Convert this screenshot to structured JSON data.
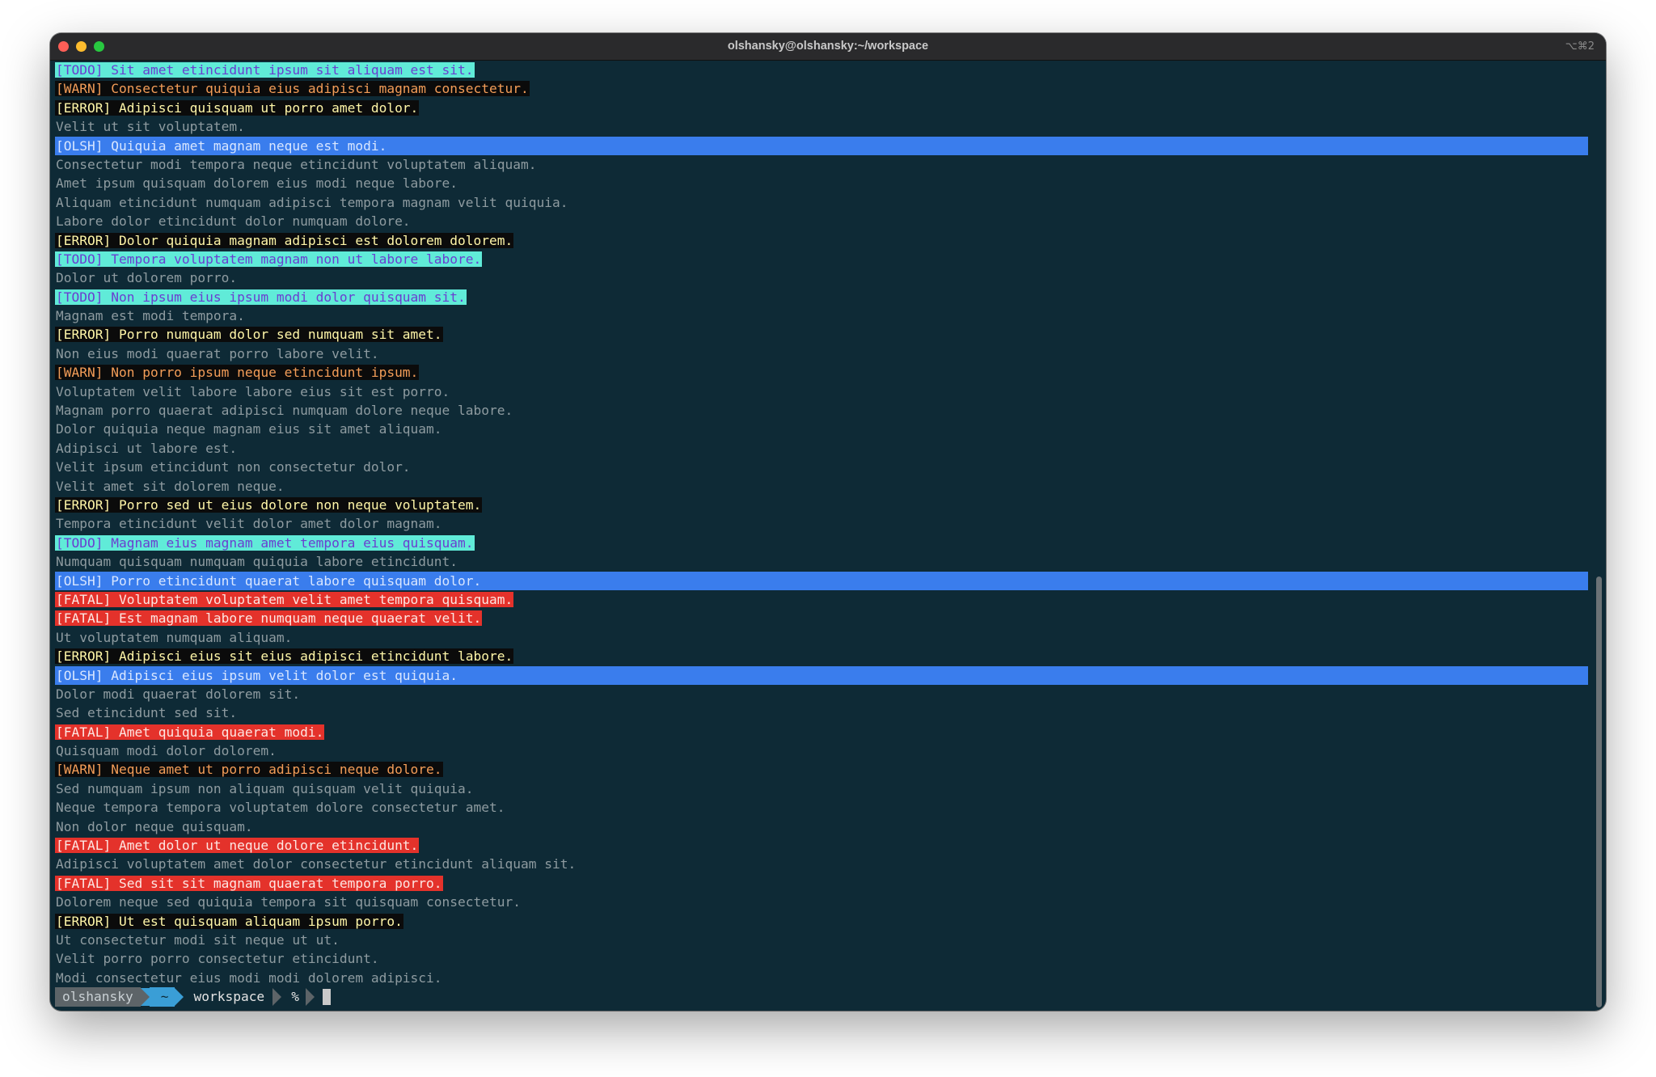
{
  "window": {
    "title": "olshansky@olshansky:~/workspace",
    "shortcut": "⌥⌘2"
  },
  "lines": [
    {
      "type": "todo",
      "text": "[TODO] Sit amet etincidunt ipsum sit aliquam est sit."
    },
    {
      "type": "warn",
      "text": "[WARN] Consectetur quiquia eius adipisci magnam consectetur."
    },
    {
      "type": "error",
      "text": "[ERROR] Adipisci quisquam ut porro amet dolor."
    },
    {
      "type": "plain",
      "text": "Velit ut sit voluptatem."
    },
    {
      "type": "olsh",
      "text": "[OLSH] Quiquia amet magnam neque est modi."
    },
    {
      "type": "plain",
      "text": "Consectetur modi tempora neque etincidunt voluptatem aliquam."
    },
    {
      "type": "plain",
      "text": "Amet ipsum quisquam dolorem eius modi neque labore."
    },
    {
      "type": "plain",
      "text": "Aliquam etincidunt numquam adipisci tempora magnam velit quiquia."
    },
    {
      "type": "plain",
      "text": "Labore dolor etincidunt dolor numquam dolore."
    },
    {
      "type": "error",
      "text": "[ERROR] Dolor quiquia magnam adipisci est dolorem dolorem."
    },
    {
      "type": "todo",
      "text": "[TODO] Tempora voluptatem magnam non ut labore labore."
    },
    {
      "type": "plain",
      "text": "Dolor ut dolorem porro."
    },
    {
      "type": "todo",
      "text": "[TODO] Non ipsum eius ipsum modi dolor quisquam sit."
    },
    {
      "type": "plain",
      "text": "Magnam est modi tempora."
    },
    {
      "type": "error",
      "text": "[ERROR] Porro numquam dolor sed numquam sit amet."
    },
    {
      "type": "plain",
      "text": "Non eius modi quaerat porro labore velit."
    },
    {
      "type": "warn",
      "text": "[WARN] Non porro ipsum neque etincidunt ipsum."
    },
    {
      "type": "plain",
      "text": "Voluptatem velit labore labore eius sit est porro."
    },
    {
      "type": "plain",
      "text": "Magnam porro quaerat adipisci numquam dolore neque labore."
    },
    {
      "type": "plain",
      "text": "Dolor quiquia neque magnam eius sit amet aliquam."
    },
    {
      "type": "plain",
      "text": "Adipisci ut labore est."
    },
    {
      "type": "plain",
      "text": "Velit ipsum etincidunt non consectetur dolor."
    },
    {
      "type": "plain",
      "text": "Velit amet sit dolorem neque."
    },
    {
      "type": "error",
      "text": "[ERROR] Porro sed ut eius dolore non neque voluptatem."
    },
    {
      "type": "plain",
      "text": "Tempora etincidunt velit dolor amet dolor magnam."
    },
    {
      "type": "todo",
      "text": "[TODO] Magnam eius magnam amet tempora eius quisquam."
    },
    {
      "type": "plain",
      "text": "Numquam quisquam numquam quiquia labore etincidunt."
    },
    {
      "type": "olsh",
      "text": "[OLSH] Porro etincidunt quaerat labore quisquam dolor."
    },
    {
      "type": "fatal",
      "text": "[FATAL] Voluptatem voluptatem velit amet tempora quisquam."
    },
    {
      "type": "fatal",
      "text": "[FATAL] Est magnam labore numquam neque quaerat velit."
    },
    {
      "type": "plain",
      "text": "Ut voluptatem numquam aliquam."
    },
    {
      "type": "error",
      "text": "[ERROR] Adipisci eius sit eius adipisci etincidunt labore."
    },
    {
      "type": "olsh",
      "text": "[OLSH] Adipisci eius ipsum velit dolor est quiquia."
    },
    {
      "type": "plain",
      "text": "Dolor modi quaerat dolorem sit."
    },
    {
      "type": "plain",
      "text": "Sed etincidunt sed sit."
    },
    {
      "type": "fatal",
      "text": "[FATAL] Amet quiquia quaerat modi."
    },
    {
      "type": "plain",
      "text": "Quisquam modi dolor dolorem."
    },
    {
      "type": "warn",
      "text": "[WARN] Neque amet ut porro adipisci neque dolore."
    },
    {
      "type": "plain",
      "text": "Sed numquam ipsum non aliquam quisquam velit quiquia."
    },
    {
      "type": "plain",
      "text": "Neque tempora tempora voluptatem dolore consectetur amet."
    },
    {
      "type": "plain",
      "text": "Non dolor neque quisquam."
    },
    {
      "type": "fatal",
      "text": "[FATAL] Amet dolor ut neque dolore etincidunt."
    },
    {
      "type": "plain",
      "text": "Adipisci voluptatem amet dolor consectetur etincidunt aliquam sit."
    },
    {
      "type": "fatal",
      "text": "[FATAL] Sed sit sit magnam quaerat tempora porro."
    },
    {
      "type": "plain",
      "text": "Dolorem neque sed quiquia tempora sit quisquam consectetur."
    },
    {
      "type": "error",
      "text": "[ERROR] Ut est quisquam aliquam ipsum porro."
    },
    {
      "type": "plain",
      "text": "Ut consectetur modi sit neque ut ut."
    },
    {
      "type": "plain",
      "text": "Velit porro porro consectetur etincidunt."
    },
    {
      "type": "plain",
      "text": "Modi consectetur eius modi modi dolorem adipisci."
    }
  ],
  "prompt": {
    "user": "olshansky",
    "home": "~",
    "dir": "workspace",
    "symbol": "%"
  },
  "colors": {
    "terminal_bg": "#0e2a36",
    "todo_bg": "#60ebd8",
    "warn_fg": "#f39d58",
    "error_fg": "#fff6a8",
    "fatal_bg": "#e4322b",
    "olsh_bg": "#3a7ded"
  }
}
